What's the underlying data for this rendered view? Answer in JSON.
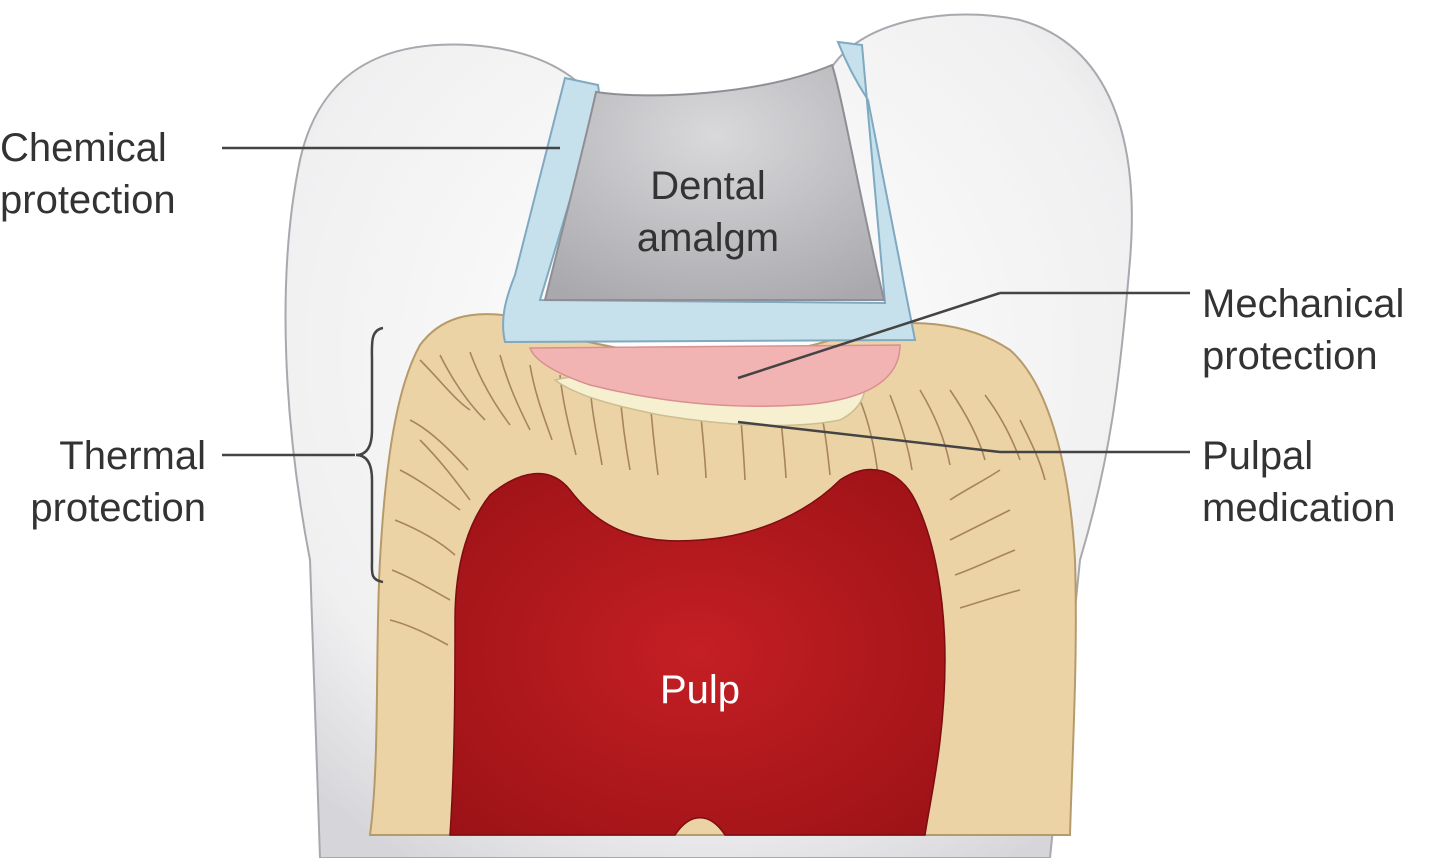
{
  "labels": {
    "chemical": [
      "Chemical",
      "protection"
    ],
    "thermal": [
      "Thermal",
      "protection"
    ],
    "mechanical": [
      "Mechanical",
      "protection"
    ],
    "pulpal": [
      "Pulpal",
      "medication"
    ],
    "amalgam": [
      "Dental",
      "amalgm"
    ],
    "pulp": "Pulp"
  },
  "colors": {
    "enamel": "#f2f2f2",
    "dentin": "#ecd3a6",
    "pulp": "#b01a1e",
    "amalgam": "#c9c9cc",
    "liner": "#b9d6e4",
    "base": "#f2b3b3",
    "medication": "#f6efd0",
    "leader": "#444444"
  }
}
